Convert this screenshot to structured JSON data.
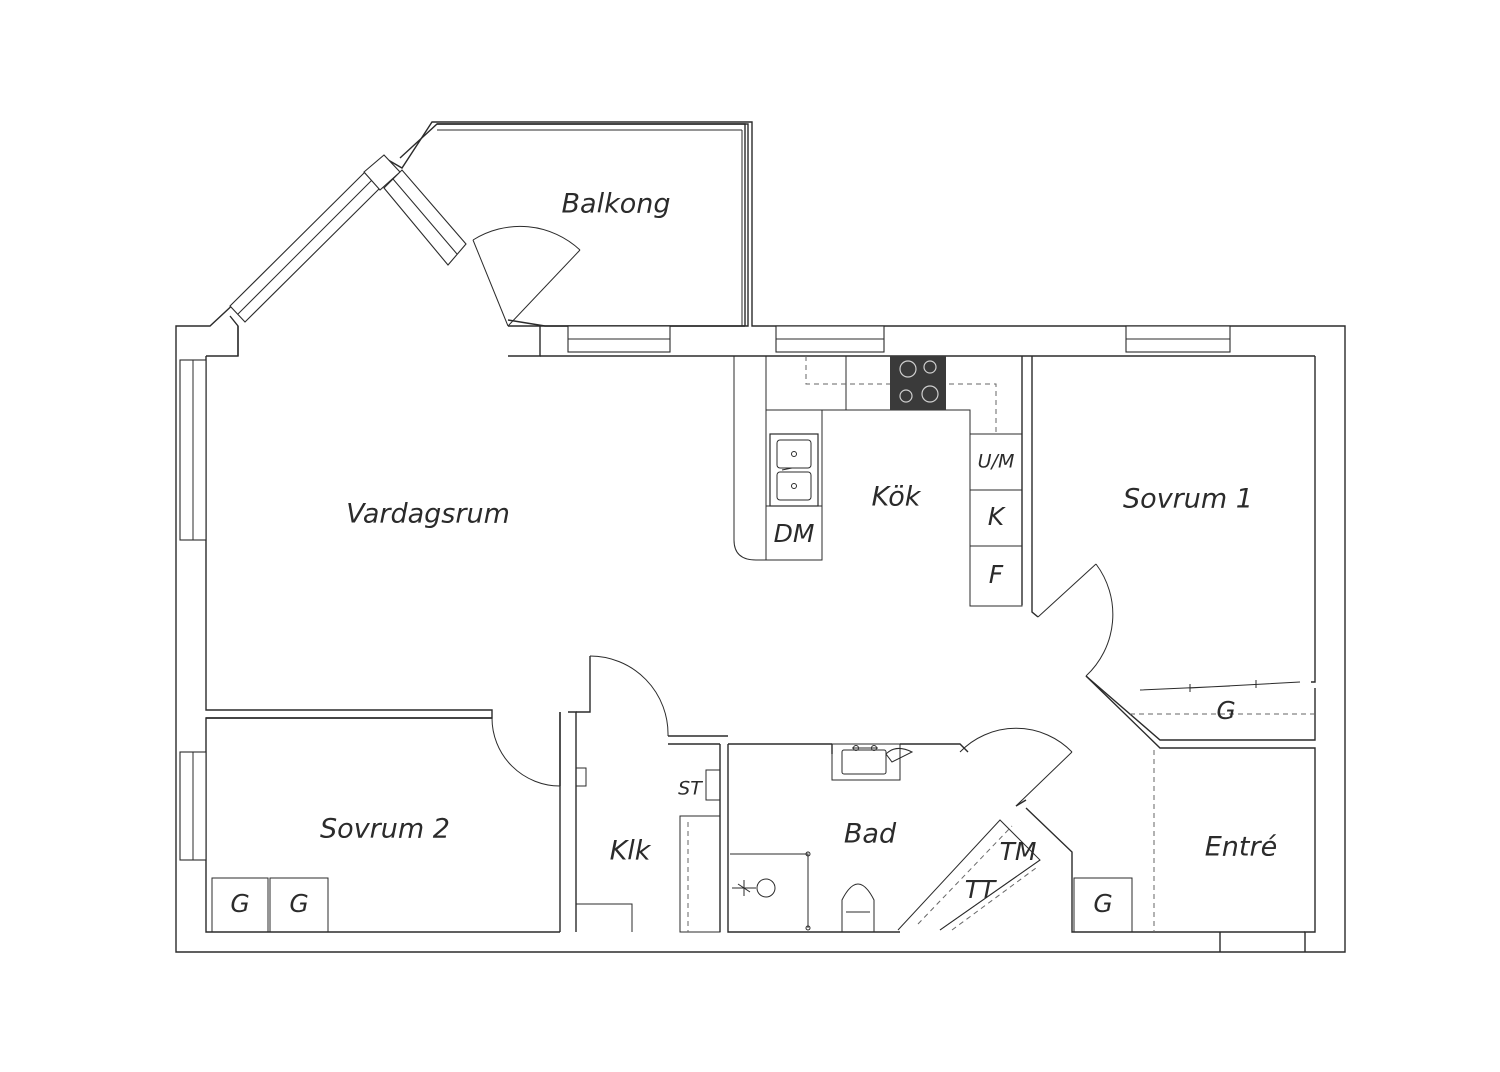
{
  "rooms": {
    "balkong": "Balkong",
    "vardagsrum": "Vardagsrum",
    "kok": "Kök",
    "sovrum1": "Sovrum 1",
    "sovrum2": "Sovrum 2",
    "klk": "Klk",
    "bad": "Bad",
    "entre": "Entré"
  },
  "fixtures": {
    "dm": "DM",
    "um": "U/M",
    "k": "K",
    "f": "F",
    "st": "ST",
    "tm": "TM",
    "tt": "TT",
    "g": "G"
  },
  "colors": {
    "line": "#2b2b2b",
    "stove": "#3a3a3a",
    "background": "#ffffff"
  }
}
